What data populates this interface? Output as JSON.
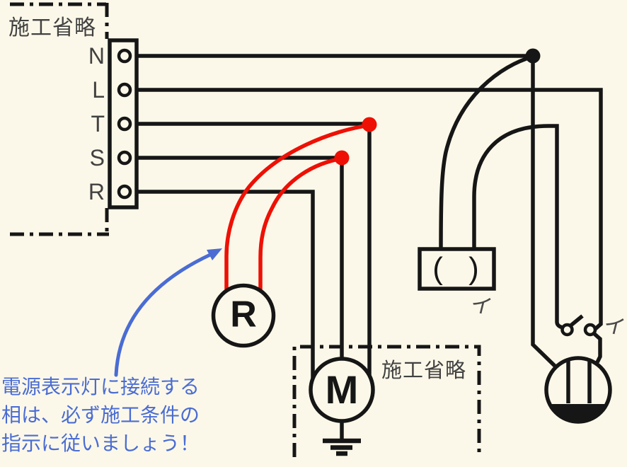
{
  "colors": {
    "background": "#FCF8E9",
    "wire_black": "#161616",
    "wire_red": "#EE1005",
    "note_blue": "#4A6CD3",
    "label_gray": "#414141",
    "mark_gray": "#4a4a4a"
  },
  "source_panel": {
    "label": "施工省略"
  },
  "terminal_block": {
    "terminals": [
      {
        "label": "N"
      },
      {
        "label": "L"
      },
      {
        "label": "T"
      },
      {
        "label": "S"
      },
      {
        "label": "R"
      }
    ]
  },
  "power_lamp": {
    "label": "R"
  },
  "motor": {
    "label": "M"
  },
  "motor_panel": {
    "label": "施工省略"
  },
  "device_box": {
    "label": "( )",
    "mark": "イ"
  },
  "switch": {
    "mark": "イ"
  },
  "note": {
    "lines": [
      "電源表示灯に接続する",
      "相は、必ず施工条件の",
      "指示に従いましょう！"
    ]
  }
}
